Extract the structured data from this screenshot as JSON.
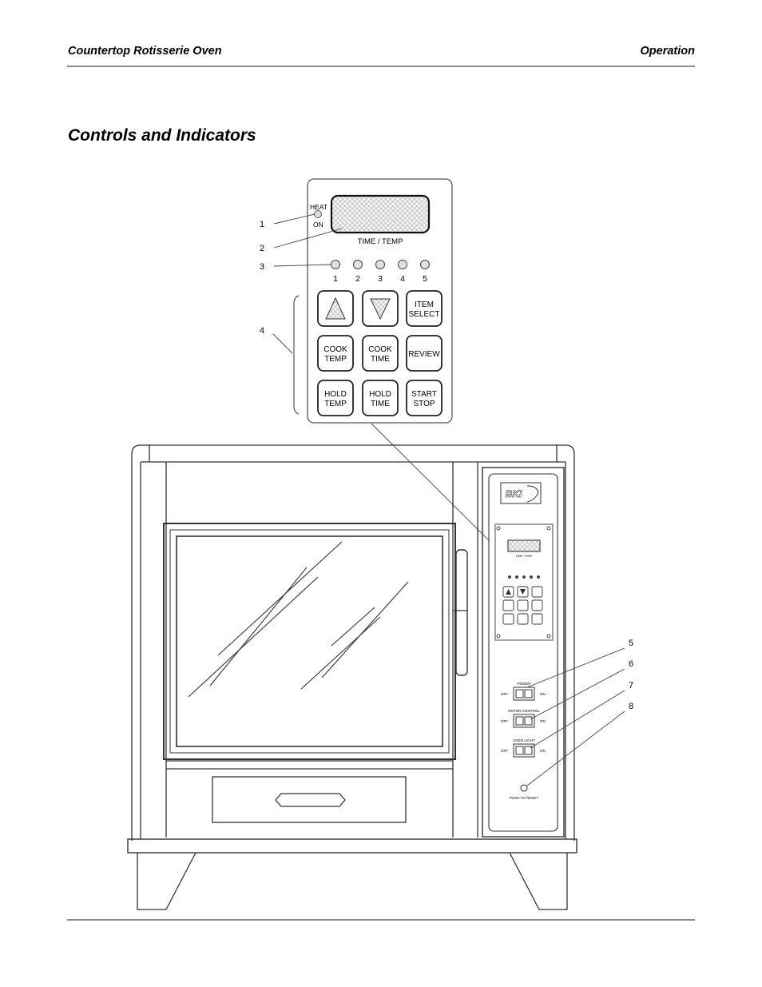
{
  "header": {
    "left": "Countertop Rotisserie Oven",
    "right": "Operation"
  },
  "section_title": "Controls and Indicators",
  "panel": {
    "heat_label_1": "HEAT",
    "heat_label_2": "ON",
    "display_label": "TIME / TEMP",
    "indicator_numbers": [
      "1",
      "2",
      "3",
      "4",
      "5"
    ],
    "buttons": {
      "item_select": [
        "ITEM",
        "SELECT"
      ],
      "cook_temp": [
        "COOK",
        "TEMP"
      ],
      "cook_time": [
        "COOK",
        "TIME"
      ],
      "review": [
        "REVIEW"
      ],
      "hold_temp": [
        "HOLD",
        "TEMP"
      ],
      "hold_time": [
        "HOLD",
        "TIME"
      ],
      "start_stop": [
        "START",
        "STOP"
      ]
    }
  },
  "callouts": [
    "1",
    "2",
    "3",
    "4",
    "5",
    "6",
    "7",
    "8"
  ],
  "oven": {
    "brand": "BKI",
    "mini_display_label": "TIME / TEMP",
    "power_label": "POWER",
    "rotor_label": "ROTOR CONTROL",
    "light_label": "OVEN LIGHT",
    "off_label": "OFF",
    "on_label": "ON",
    "reset_label": "PUSH TO RESET"
  }
}
